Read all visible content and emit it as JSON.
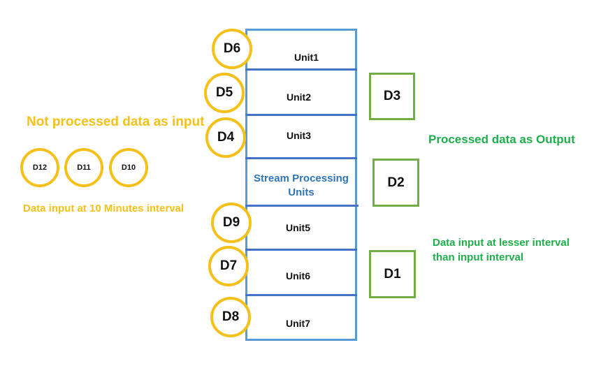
{
  "left": {
    "title": "Not processed data as input",
    "queue": [
      "D12",
      "D11",
      "D10"
    ],
    "interval_caption": "Data input at 10 Minutes interval"
  },
  "units": {
    "u1": "Unit1",
    "u2": "Unit2",
    "u3": "Unit3",
    "stream": "Stream Processing Units",
    "u5": "Unit5",
    "u6": "Unit6",
    "u7": "Unit7"
  },
  "inputs": {
    "d6": "D6",
    "d5": "D5",
    "d4": "D4",
    "d9": "D9",
    "d7": "D7",
    "d8": "D8"
  },
  "right": {
    "title": "Processed data as Output",
    "outputs": {
      "d3": "D3",
      "d2": "D2",
      "d1": "D1"
    },
    "interval_caption_line1": "Data input at lesser interval",
    "interval_caption_line2": "than input interval"
  },
  "colors": {
    "input_circle": "#f5c01a",
    "output_box": "#72ad47",
    "stack_border": "#5b9bd5",
    "output_text": "#1fae4b",
    "stream_text": "#2e75b6"
  }
}
